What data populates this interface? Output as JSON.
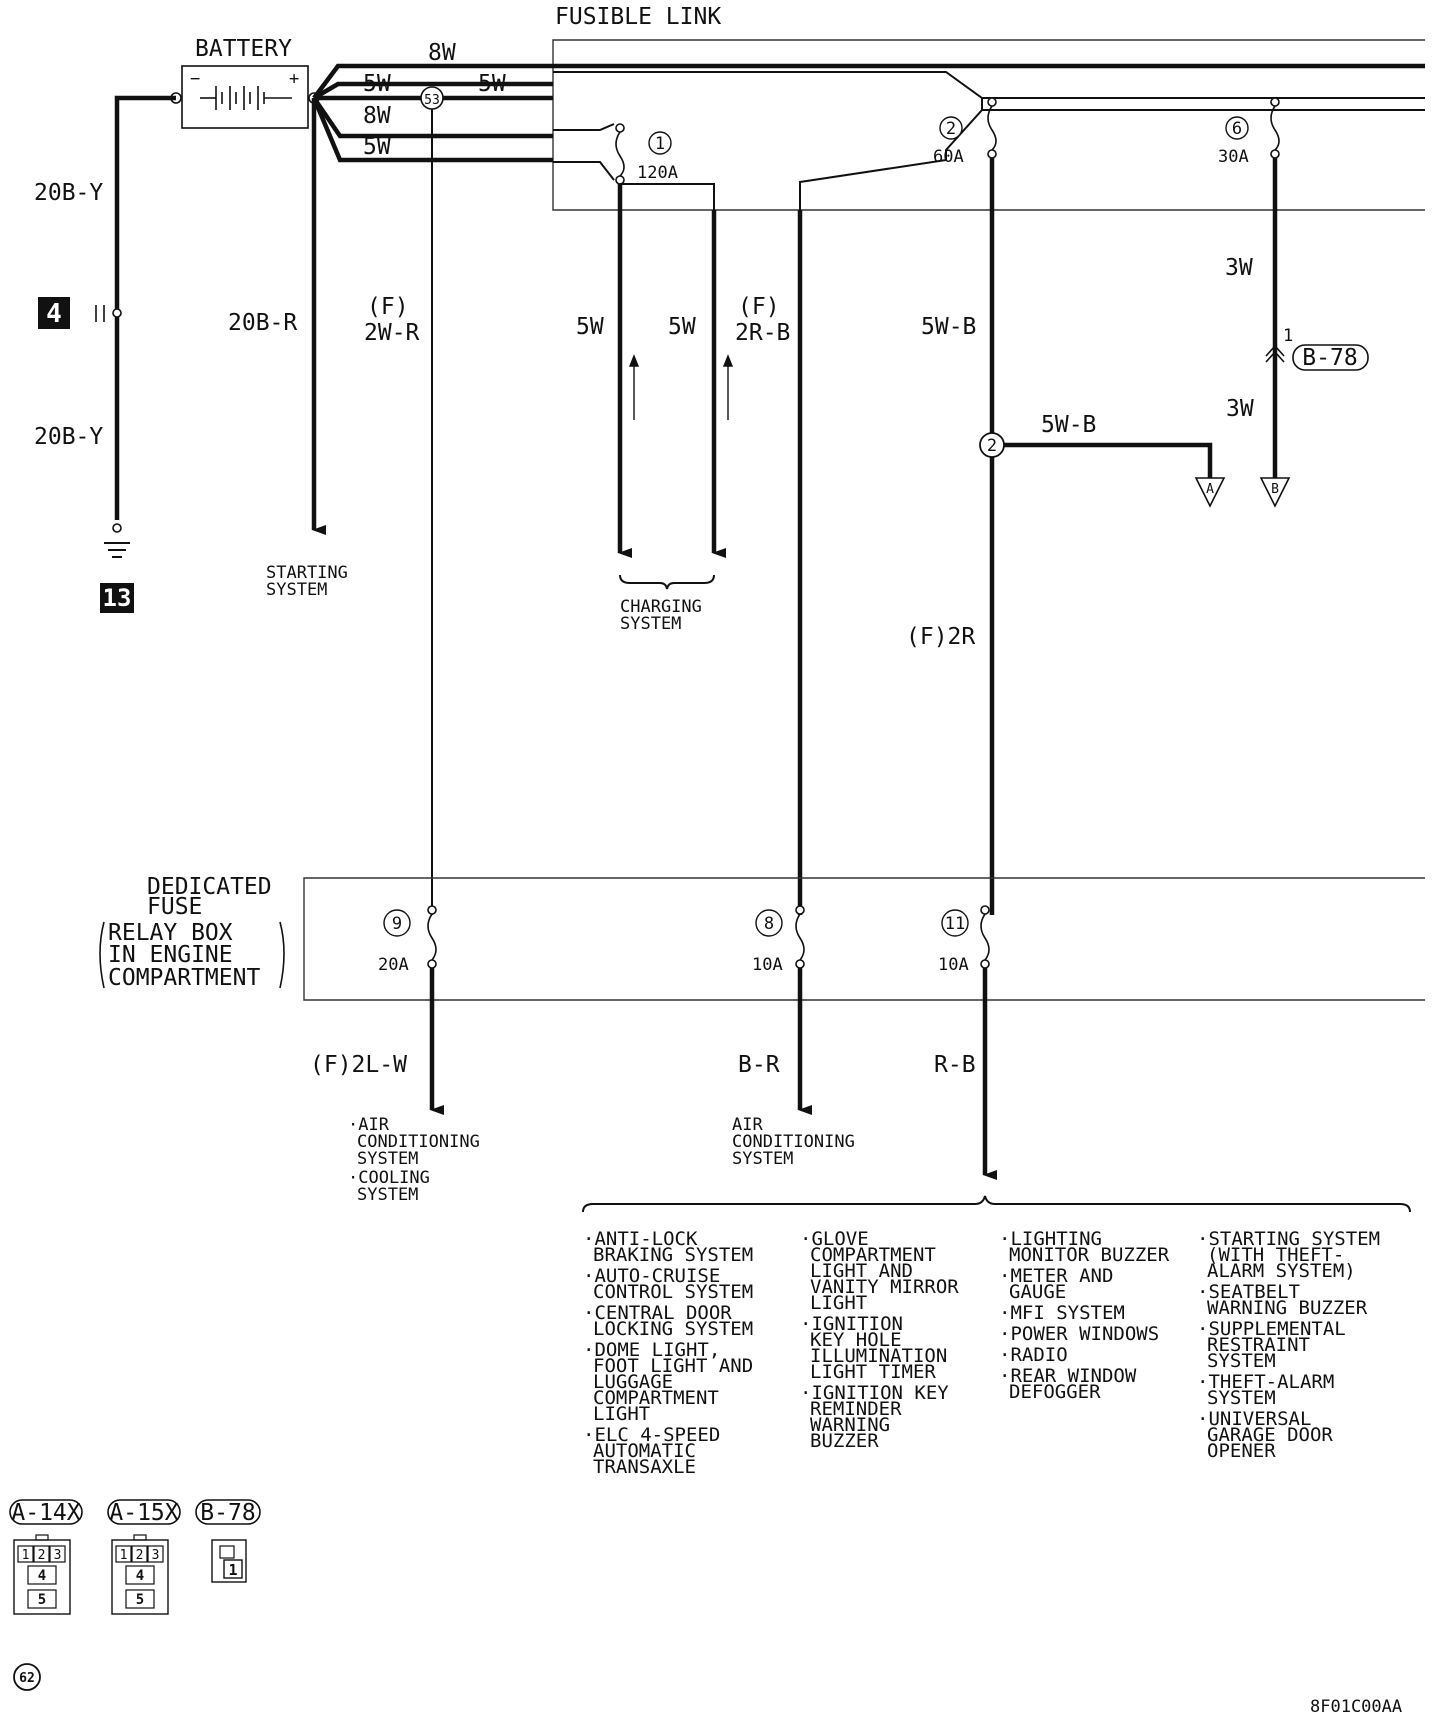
{
  "title": "FUSIBLE LINK",
  "battery": {
    "label": "BATTERY",
    "minus": "−",
    "plus": "+"
  },
  "dedicated_fuse": {
    "lines": [
      "DEDICATED",
      "FUSE",
      "RELAY BOX",
      "IN ENGINE",
      "COMPARTMENT"
    ]
  },
  "fuses": {
    "f1": {
      "num": "1",
      "amp": "120A"
    },
    "f2": {
      "num": "2",
      "amp": "60A"
    },
    "f6": {
      "num": "6",
      "amp": "30A"
    },
    "f9": {
      "num": "9",
      "amp": "20A"
    },
    "f8": {
      "num": "8",
      "amp": "10A"
    },
    "f11": {
      "num": "11",
      "amp": "10A"
    }
  },
  "junction_53": "53",
  "junction_2": "2",
  "ground_ids": {
    "connector_4": "4",
    "ground_13": "13"
  },
  "wire_labels": {
    "top_8w": "8W",
    "top_5w_a": "5W",
    "top_5w_b": "5W",
    "top_8w_b": "8W",
    "top_5w_c": "5W",
    "ground_upper": "20B-Y",
    "ground_lower": "20B-Y",
    "starting": "20B-R",
    "f_2wr_f": "(F)",
    "f_2wr": "2W-R",
    "charge_5w_a": "5W",
    "charge_5w_b": "5W",
    "f_2rb_f": "(F)",
    "f_2rb": "2R-B",
    "w5b_vertical": "5W-B",
    "w5b_branch": "5W-B",
    "w3_upper": "3W",
    "w3_lower": "3W",
    "f_2r": "(F)2R",
    "f_2lw": "(F)2L-W",
    "br": "B-R",
    "rb": "R-B"
  },
  "connectors": {
    "b78_inline": "B-78",
    "b78_pin": "1",
    "end_a": "A",
    "end_b": "B"
  },
  "destinations": {
    "starting": [
      "STARTING",
      "SYSTEM"
    ],
    "charging": [
      "CHARGING",
      "SYSTEM"
    ],
    "ac_cooling": [
      "·AIR",
      "CONDITIONING",
      "SYSTEM",
      "·COOLING",
      "SYSTEM"
    ],
    "ac": [
      "AIR",
      "CONDITIONING",
      "SYSTEM"
    ]
  },
  "systems": {
    "col1": [
      "·ANTI-LOCK",
      "BRAKING SYSTEM",
      "·AUTO-CRUISE",
      "CONTROL SYSTEM",
      "·CENTRAL DOOR",
      "LOCKING SYSTEM",
      "·DOME LIGHT,",
      "FOOT LIGHT AND",
      "LUGGAGE",
      "COMPARTMENT",
      "LIGHT",
      "·ELC 4-SPEED",
      "AUTOMATIC",
      "TRANSAXLE"
    ],
    "col2": [
      "·GLOVE",
      "COMPARTMENT",
      "LIGHT AND",
      "VANITY MIRROR",
      "LIGHT",
      "·IGNITION",
      "KEY HOLE",
      "ILLUMINATION",
      "LIGHT TIMER",
      "·IGNITION KEY",
      "REMINDER",
      "WARNING",
      "BUZZER"
    ],
    "col3": [
      "·LIGHTING",
      "MONITOR BUZZER",
      "·METER AND",
      "GAUGE",
      "·MFI SYSTEM",
      "·POWER WINDOWS",
      "·RADIO",
      "·REAR WINDOW",
      "DEFOGGER"
    ],
    "col4": [
      "·STARTING SYSTEM",
      "(WITH THEFT-",
      "ALARM SYSTEM)",
      "·SEATBELT",
      "WARNING BUZZER",
      "·SUPPLEMENTAL",
      "RESTRAINT",
      "SYSTEM",
      "·THEFT-ALARM",
      "SYSTEM",
      "·UNIVERSAL",
      "GARAGE DOOR",
      "OPENER"
    ]
  },
  "connector_legend": [
    {
      "name": "A-14X",
      "pins": [
        "1",
        "2",
        "3",
        "4",
        "5"
      ]
    },
    {
      "name": "A-15X",
      "pins": [
        "1",
        "2",
        "3",
        "4",
        "5"
      ]
    },
    {
      "name": "B-78",
      "pins": [
        "1"
      ]
    }
  ],
  "page_number": "62",
  "diagram_code": "8F01C00AA"
}
